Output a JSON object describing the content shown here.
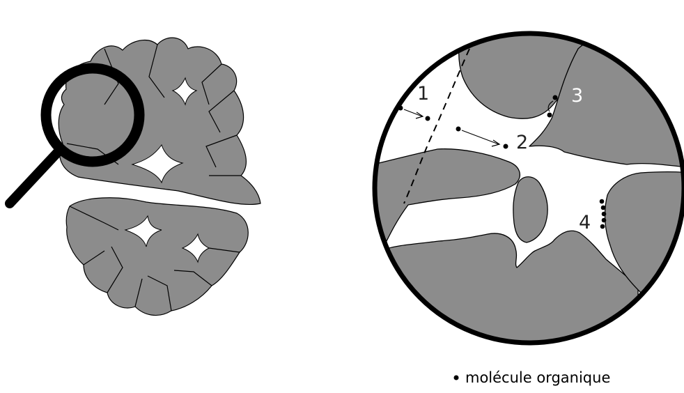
{
  "labels": {
    "site_1": "1",
    "site_2": "2",
    "site_3": "3",
    "site_4": "4"
  },
  "legend": {
    "text": "molécule organique"
  },
  "colors": {
    "grain_fill": "#8c8c8c",
    "outline": "#000000",
    "background": "#ffffff",
    "label_3": "#ffffff",
    "label_default": "#222222"
  },
  "icons": {
    "magnifier": "magnifying-glass-icon",
    "molecule": "dot"
  }
}
